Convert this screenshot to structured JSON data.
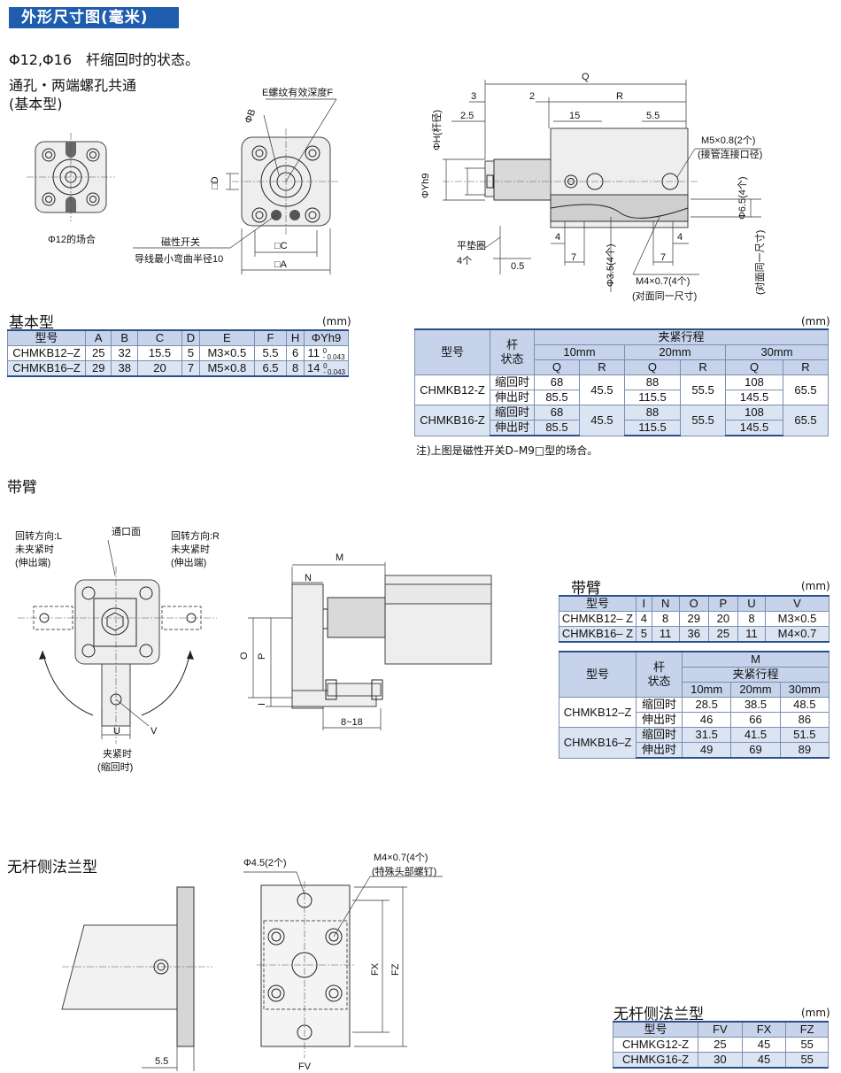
{
  "banner": "外形尺寸图(毫米)",
  "sec1": {
    "title": "Φ12,Φ16　杆缩回时的状态。",
    "sub1": "通孔・两端螺孔共通",
    "sub2": "(基本型)"
  },
  "fig1": {
    "case_label": "Φ12的场合",
    "e_label": "E螺纹有效深度F",
    "b_label": "ΦB",
    "d_label": "□D",
    "c_label": "□C",
    "a_label": "□A",
    "switch1": "磁性开关",
    "switch2": "导线最小弯曲半径10"
  },
  "fig2": {
    "q": "Q",
    "r": "R",
    "n3": "3",
    "n2": "2",
    "n25": "2.5",
    "n15": "15",
    "n55": "5.5",
    "m5a": "M5×0.8(2个)",
    "m5b": "(接管连接口径)",
    "phih": "ΦH(杆径)",
    "phiy": "ΦYh9",
    "phi65": "Φ6.5(4个)",
    "washer1": "平垫圈",
    "washer2": "4个",
    "n05": "0.5",
    "n4a": "4",
    "n7a": "7",
    "phi35": "Φ3.5(4个)",
    "n7b": "7",
    "n4b": "4",
    "m4a": "M4×0.7(4个)",
    "m4b": "(对面同一尺寸)",
    "opp": "(对面同一尺寸)"
  },
  "basic": {
    "title": "基本型",
    "unit": "(mm)",
    "headers": [
      "型号",
      "A",
      "B",
      "C",
      "D",
      "E",
      "F",
      "H",
      "ΦYh9"
    ],
    "rows": [
      [
        "CHMKB12–Z",
        "25",
        "32",
        "15.5",
        "5",
        "M3×0.5",
        "5.5",
        "6",
        "11"
      ],
      [
        "CHMKB16–Z",
        "29",
        "38",
        "20",
        "7",
        "M5×0.8",
        "6.5",
        "8",
        "14"
      ]
    ],
    "tol_top": "0",
    "tol_bot": "- 0.043"
  },
  "stroke": {
    "unit": "(mm)",
    "h_model": "型号",
    "h_state1": "杆",
    "h_state2": "状态",
    "h_group": "夹紧行程",
    "strokes": [
      "10mm",
      "20mm",
      "30mm"
    ],
    "q": "Q",
    "r": "R",
    "retract": "缩回时",
    "extend": "伸出时",
    "models": [
      {
        "name": "CHMKB12-Z",
        "q_ret": [
          "68",
          "88",
          "108"
        ],
        "q_ext": [
          "85.5",
          "115.5",
          "145.5"
        ],
        "r": [
          "45.5",
          "55.5",
          "65.5"
        ]
      },
      {
        "name": "CHMKB16-Z",
        "q_ret": [
          "68",
          "88",
          "108"
        ],
        "q_ext": [
          "85.5",
          "115.5",
          "145.5"
        ],
        "r": [
          "45.5",
          "55.5",
          "65.5"
        ]
      }
    ],
    "note": "注)上图是磁性开关D–M9□型的场合。"
  },
  "sec2": {
    "title": "带臂"
  },
  "fig3": {
    "port": "通口面",
    "left1": "回转方向:L",
    "left2": "未夹紧时",
    "left3": "(伸出端)",
    "right1": "回转方向:R",
    "right2": "未夹紧时",
    "right3": "(伸出端)",
    "u": "U",
    "v": "V",
    "clamp1": "夹紧时",
    "clamp2": "(缩回时)"
  },
  "fig4": {
    "m": "M",
    "n": "N",
    "o": "O",
    "p": "P",
    "i": "I",
    "range": "8~18"
  },
  "arm": {
    "title": "带臂",
    "unit": "(mm)",
    "headers": [
      "型号",
      "I",
      "N",
      "O",
      "P",
      "U",
      "V"
    ],
    "rows": [
      [
        "CHMKB12– Z",
        "4",
        "8",
        "29",
        "20",
        "8",
        "M3×0.5"
      ],
      [
        "CHMKB16– Z",
        "5",
        "11",
        "36",
        "25",
        "11",
        "M4×0.7"
      ]
    ]
  },
  "armstroke": {
    "h_model": "型号",
    "h_state1": "杆",
    "h_state2": "状态",
    "h_m": "M",
    "h_group": "夹紧行程",
    "strokes": [
      "10mm",
      "20mm",
      "30mm"
    ],
    "retract": "缩回时",
    "extend": "伸出时",
    "models": [
      {
        "name": "CHMKB12–Z",
        "ret": [
          "28.5",
          "38.5",
          "48.5"
        ],
        "ext": [
          "46",
          "66",
          "86"
        ]
      },
      {
        "name": "CHMKB16–Z",
        "ret": [
          "31.5",
          "41.5",
          "51.5"
        ],
        "ext": [
          "49",
          "69",
          "89"
        ]
      }
    ]
  },
  "sec3": {
    "title": "无杆侧法兰型"
  },
  "fig5": {
    "n55": "5.5",
    "phi45": "Φ4.5(2个)",
    "m4a": "M4×0.7(4个)",
    "m4b": "(特殊头部螺钉)",
    "fx": "FX",
    "fz": "FZ",
    "fv": "FV"
  },
  "flange": {
    "title": "无杆侧法兰型",
    "unit": "(mm)",
    "headers": [
      "型号",
      "FV",
      "FX",
      "FZ"
    ],
    "rows": [
      [
        "CHMKG12-Z",
        "25",
        "45",
        "55"
      ],
      [
        "CHMKG16-Z",
        "30",
        "45",
        "55"
      ]
    ]
  }
}
